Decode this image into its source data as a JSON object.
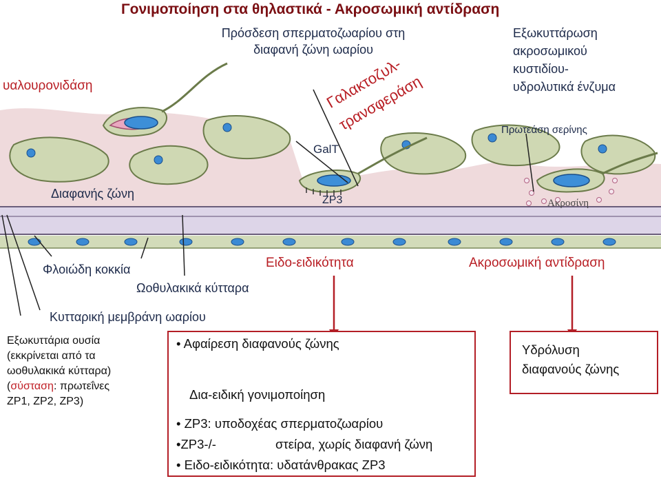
{
  "title": "Γονιμοποίηση στα θηλαστικά - Ακροσωμική αντίδραση",
  "top_labels": {
    "hyaluronidase": "υαλουρονιδάση",
    "binding_line1": "Πρόσδεση σπερματοζωαρίου στη",
    "binding_line2": "διαφανή ζώνη ωαρίου",
    "exo_line1": "Εξωκυττάρωση",
    "exo_line2": "ακροσωμικού",
    "exo_line3": "κυστιδίου-",
    "exo_line4": "υδρολυτικά ένζυμα",
    "serine_protease": "Πρωτεάση σερίνης",
    "galt_rot_line1": "Γαλακτοζυλ-",
    "galt_rot_line2": "τρανσφεράση",
    "galt": "GalT",
    "zp3": "ZP3",
    "acrosin": "Ακροσίνη",
    "zona": "Διαφανής ζώνη"
  },
  "mid_labels": {
    "cortical_granules": "Φλοιώδη κοκκία",
    "follicle_cells": "Ωοθυλακικά κύτταρα",
    "oocyte_membrane": "Κυτταρική μεμβράνη ωαρίου",
    "species_specificity": "Ειδο-ειδικότητα",
    "acrosome_reaction": "Ακροσωμική αντίδραση"
  },
  "extracellular": {
    "line1": "Εξωκυττάρια ουσία",
    "line2": "(εκκρίνεται από τα",
    "line3": "ωοθυλακικά κύτταρα)",
    "line4_prefix": "(",
    "line4_hl": "σύσταση",
    "line4_suffix": ": πρωτεΐνες",
    "line5": "ZP1, ZP2, ZP3)"
  },
  "center_box": {
    "bullet1": "Αφαίρεση διαφανούς ζώνης",
    "result": "Δια-ειδική γονιμοποίηση"
  },
  "right_box": {
    "line1": "Υδρόλυση",
    "line2": "διαφανούς ζώνης"
  },
  "bottom_bullets": {
    "b1": "ZP3: υποδοχέας σπερματοζωαρίου",
    "b2_left": "ZP3-/-",
    "b2_right": "στείρα, χωρίς διαφανή ζώνη",
    "b3": "Ειδο-ειδικότητα: υδατάνθρακας ZP3"
  },
  "colors": {
    "title": "#7a0e12",
    "box_border": "#b31e26",
    "label_blue": "#1d2a4a",
    "zona_pink": "#ecd5d8",
    "cell_green": "#cfd8b3",
    "band_lavender": "#d9d2e6",
    "sperm_blue": "#3d8fd8",
    "acrosome_pink": "#e9a8c0"
  }
}
